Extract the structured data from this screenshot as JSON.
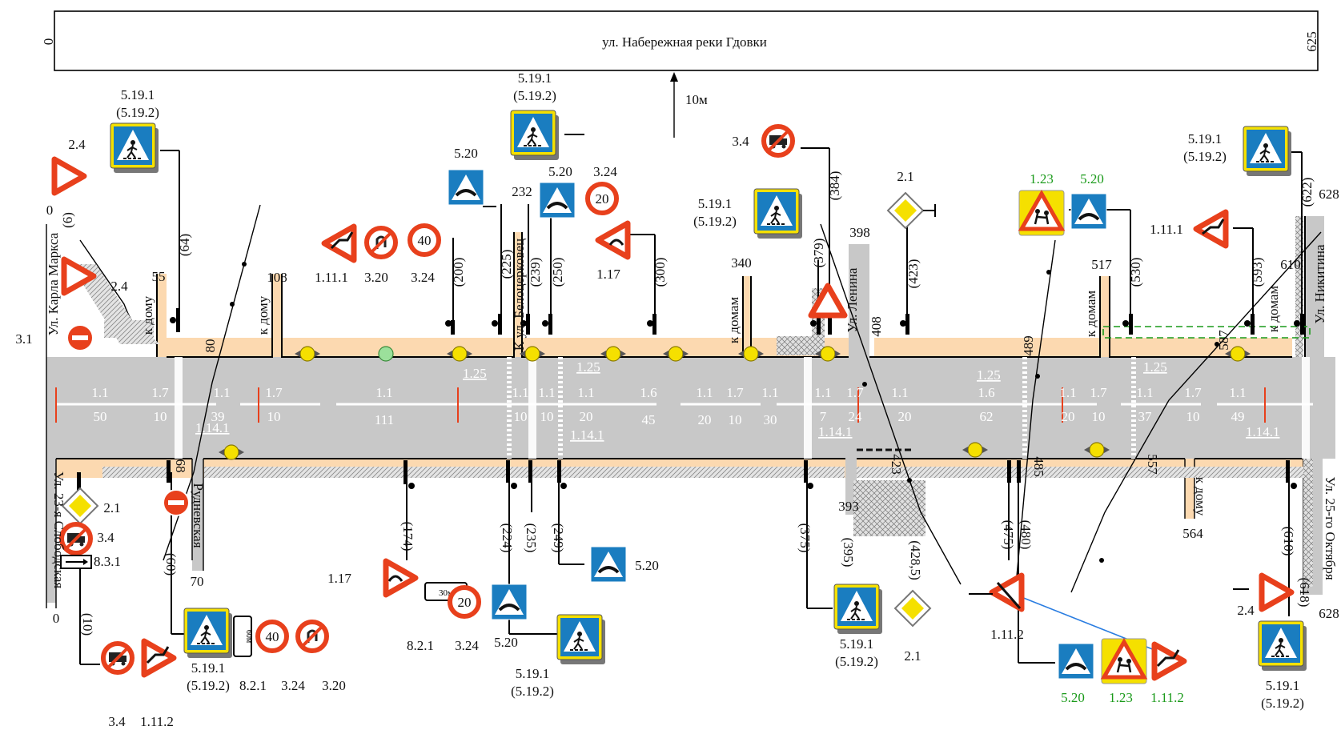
{
  "header": {
    "street_name": "ул. Набережная реки Гдовки",
    "start_km": "0",
    "end_km": "625",
    "offset": "10м"
  },
  "streets": {
    "karla_marksa": "Ул. Карла Маркса",
    "slobodskaya_23": "Ул. 23-я Слободская",
    "rudnevskaya": "Рудневская",
    "belotserkovets": "К ул. Белоцерковец",
    "lenina": "Ул. Ленина",
    "nikitina": "Ул. Никитина",
    "oktyabrya_25": "Ул. 25-го Октября",
    "k_domu_1": "к дому",
    "k_domu_2": "к дому",
    "k_domam_1": "к домам",
    "k_domam_2": "к домам",
    "k_domam_3": "к домам",
    "k_domu_3": "к дому"
  },
  "stations_top": {
    "s0": "0",
    "s6": "(6)",
    "s55": "55",
    "s64": "(64)",
    "s80": "80",
    "s108": "108",
    "s200": "(200)",
    "s225": "(225)",
    "s232": "232",
    "s239": "(239)",
    "s250": "(250)",
    "s300": "(300)",
    "s340": "340",
    "s379": "(379)",
    "s384": "(384)",
    "s398": "398",
    "s408": "408",
    "s423t": "(423)",
    "s489": "489",
    "s517": "517",
    "s530": "(530)",
    "s587": "587",
    "s593": "(593)",
    "s610": "610",
    "s622": "(622)",
    "s628t": "628"
  },
  "stations_bottom": {
    "s0b": "0",
    "s10": "(10)",
    "s60": "(60)",
    "s68": "68",
    "s70": "70",
    "s174": "(174)",
    "s224": "(224)",
    "s235": "(235)",
    "s249": "(249)",
    "s375": "(375)",
    "s393": "393",
    "s395": "(395)",
    "s423b": "423",
    "s4285": "(428,5)",
    "s475": "(475)",
    "s480": "(480)",
    "s485": "485",
    "s557": "557",
    "s564": "564",
    "s610b": "(610)",
    "s618": "(618)",
    "s628b": "628"
  },
  "markings": {
    "a1": "1.1",
    "a1n": "50",
    "a2": "1.7",
    "a2n": "10",
    "a3": "1.1",
    "a3n": "39",
    "a4": "1.7",
    "a4n": "10",
    "a5": "1.1",
    "a5n": "111",
    "a6": "1.1",
    "a6n": "10",
    "a7": "1.1",
    "a7n": "10",
    "a8": "1.1",
    "a8n": "20",
    "a9": "1.6",
    "a9n": "45",
    "a10": "1.1",
    "a10n": "20",
    "a11": "1.7",
    "a11n": "10",
    "a12": "1.1",
    "a12n": "30",
    "a13": "1.1",
    "a13n": "7",
    "a14": "1.7",
    "a14n": "24",
    "a15": "1.1",
    "a15n": "20",
    "a16": "1.6",
    "a16n": "62",
    "a17": "1.1",
    "a17n": "20",
    "a18": "1.7",
    "a18n": "10",
    "a19": "1.1",
    "a19n": "37",
    "a20": "1.7",
    "a20n": "10",
    "a21": "1.1",
    "a21n": "49",
    "z1": "1.25",
    "z2": "1.25",
    "z3": "1.25",
    "z4": "1.25",
    "c1": "1.14.1",
    "c2": "1.14.1",
    "c3": "1.14.1",
    "c4": "1.14.1"
  },
  "sign_labels": {
    "l_24a": "2.4",
    "l_5191a": "5.19.1",
    "l_5192a": "(5.19.2)",
    "l_24b": "2.4",
    "l_31": "3.1",
    "l_1111a": "1.11.1",
    "l_320a": "3.20",
    "l_324a": "3.24",
    "l_5191b": "5.19.1",
    "l_5192b": "(5.19.2)",
    "l_520a": "5.20",
    "l_520b": "5.20",
    "l_324b": "3.24",
    "l_117a": "1.17",
    "l_34a": "3.4",
    "l_5191c": "5.19.1",
    "l_5192c": "(5.19.2)",
    "l_21a": "2.1",
    "l_123a": "1.23",
    "l_520c": "5.20",
    "l_1111b": "1.11.1",
    "l_5191d": "5.19.1",
    "l_5192d": "(5.19.2)",
    "l_21b": "2.1",
    "l_34b": "3.4",
    "l_831": "8.3.1",
    "l_34c": "3.4",
    "l_11112a": "1.11.2",
    "l_5191e": "5.19.1",
    "l_5192e": "(5.19.2)",
    "l_821a": "8.2.1",
    "l_324c": "3.24",
    "l_320b": "3.20",
    "l_117b": "1.17",
    "l_821b": "8.2.1",
    "l_324d": "3.24",
    "l_520d": "5.20",
    "l_5191f": "5.19.1",
    "l_5192f": "(5.19.2)",
    "l_520e": "5.20",
    "l_5191g": "5.19.1",
    "l_5192g": "(5.19.2)",
    "l_21c": "2.1",
    "l_11112b": "1.11.2",
    "l_520f": "5.20",
    "l_123b": "1.23",
    "l_11112c": "1.11.2",
    "l_24c": "2.4",
    "l_5191h": "5.19.1",
    "l_5192h": "(5.19.2)"
  },
  "sign_values": {
    "speed_40a": "40",
    "speed_20a": "20",
    "speed_40b": "40",
    "speed_20b": "20",
    "plate_60m": "60м",
    "plate_30m": "30м"
  },
  "colors": {
    "road": "#c8c8c8",
    "sidewalk": "#fcd9b0",
    "sign_red": "#e8401c",
    "sign_blue": "#1a7dc0",
    "sign_yellow": "#f5e000",
    "signal_green": "#9be09b",
    "annotation_green": "#1a9a1a",
    "arrow_blue": "#2a7de1"
  }
}
